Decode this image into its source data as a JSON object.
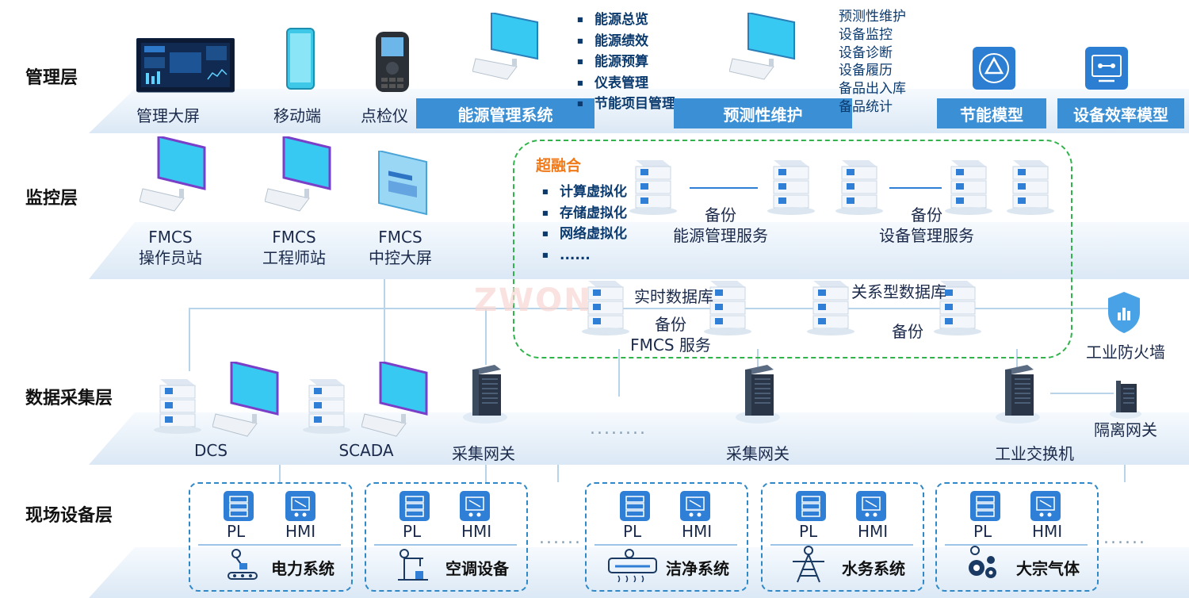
{
  "layers": {
    "management": "管理层",
    "monitoring": "监控层",
    "data_collection": "数据采集层",
    "field": "现场设备层"
  },
  "management": {
    "big_screen": "管理大屏",
    "mobile": "移动端",
    "inspector": "点检仪",
    "energy_system": "能源管理系统",
    "energy_items": [
      "能源总览",
      "能源绩效",
      "能源预算",
      "仪表管理",
      "节能项目管理"
    ],
    "predictive": "预测性维护",
    "predictive_items": [
      "预测性维护",
      "设备监控",
      "设备诊断",
      "设备履历",
      "备品出入库",
      "备品统计"
    ],
    "energy_model": "节能模型",
    "efficiency_model": "设备效率模型"
  },
  "monitoring": {
    "operator_station": [
      "FMCS",
      "操作员站"
    ],
    "engineer_station": [
      "FMCS",
      "工程师站"
    ],
    "center_screen": [
      "FMCS",
      "中控大屏"
    ],
    "hci_title": "超融合",
    "hci_items": [
      "计算虚拟化",
      "存储虚拟化",
      "网络虚拟化",
      "......"
    ],
    "energy_service": [
      "备份",
      "能源管理服务"
    ],
    "device_service": [
      "备份",
      "设备管理服务"
    ],
    "realtime_db": "实时数据库",
    "relational_db": "关系型数据库",
    "fmcs_service": [
      "备份",
      "FMCS 服务"
    ],
    "backup": "备份",
    "firewall": "工业防火墙",
    "watermark": "ZWON"
  },
  "collection": {
    "dcs": "DCS",
    "scada": "SCADA",
    "gateway1": "采集网关",
    "ellipsis": "........",
    "gateway2": "采集网关",
    "switch": "工业交换机",
    "isolation": "隔离网关"
  },
  "field": {
    "pl": "PL",
    "hmi": "HMI",
    "systems": [
      "电力系统",
      "空调设备",
      "洁净系统",
      "水务系统",
      "大宗气体"
    ],
    "ellipsis": "......"
  },
  "colors": {
    "accent": "#3b8fd4",
    "dashed_green": "#2fb34a",
    "orange": "#f07a1a",
    "platform": "#e6f0fa"
  }
}
